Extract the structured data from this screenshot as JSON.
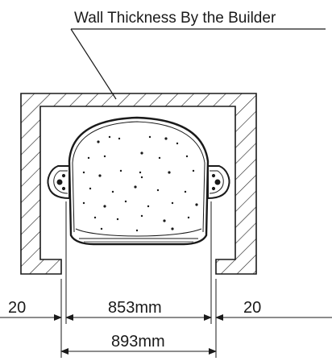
{
  "annotation": {
    "wall_label": "Wall Thickness By the Builder"
  },
  "dimensions": {
    "left_gap": "20",
    "right_gap": "20",
    "inner_width": "853mm",
    "outer_width": "893mm"
  },
  "colors": {
    "line": "#1a1a1a",
    "background": "#ffffff"
  }
}
